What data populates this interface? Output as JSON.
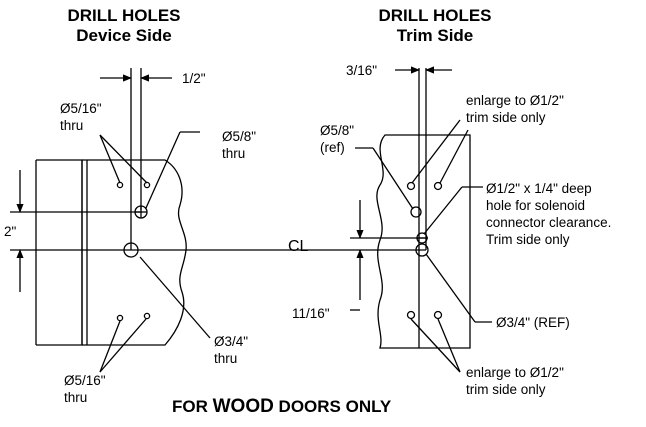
{
  "device_side": {
    "title_line1": "DRILL HOLES",
    "title_line2": "Device Side",
    "dim_top": "1/2\"",
    "dim_left": "2\"",
    "label_5_16_top_a": "Ø5/16\"",
    "label_5_16_top_b": "thru",
    "label_5_8_a": "Ø5/8\"",
    "label_5_8_b": "thru",
    "label_3_4_a": "Ø3/4\"",
    "label_3_4_b": "thru",
    "label_5_16_bot_a": "Ø5/16\"",
    "label_5_16_bot_b": "thru"
  },
  "trim_side": {
    "title_line1": "DRILL HOLES",
    "title_line2": "Trim Side",
    "dim_top": "3/16\"",
    "dim_left": "11/16\"",
    "label_enlarge_top_a": "enlarge to Ø1/2\"",
    "label_enlarge_top_b": "trim side only",
    "label_5_8_a": "Ø5/8\"",
    "label_5_8_b": "(ref)",
    "label_solenoid_1": "Ø1/2\" x 1/4\" deep",
    "label_solenoid_2": "hole for solenoid",
    "label_solenoid_3": "connector clearance.",
    "label_solenoid_4": "Trim side only",
    "label_3_4": "Ø3/4\" (REF)",
    "label_enlarge_bot_a": "enlarge to Ø1/2\"",
    "label_enlarge_bot_b": "trim side only"
  },
  "centerline_label": "CL",
  "footer": {
    "prefix": "FOR ",
    "emphasis": "WOOD",
    "suffix": " DOORS ONLY"
  }
}
